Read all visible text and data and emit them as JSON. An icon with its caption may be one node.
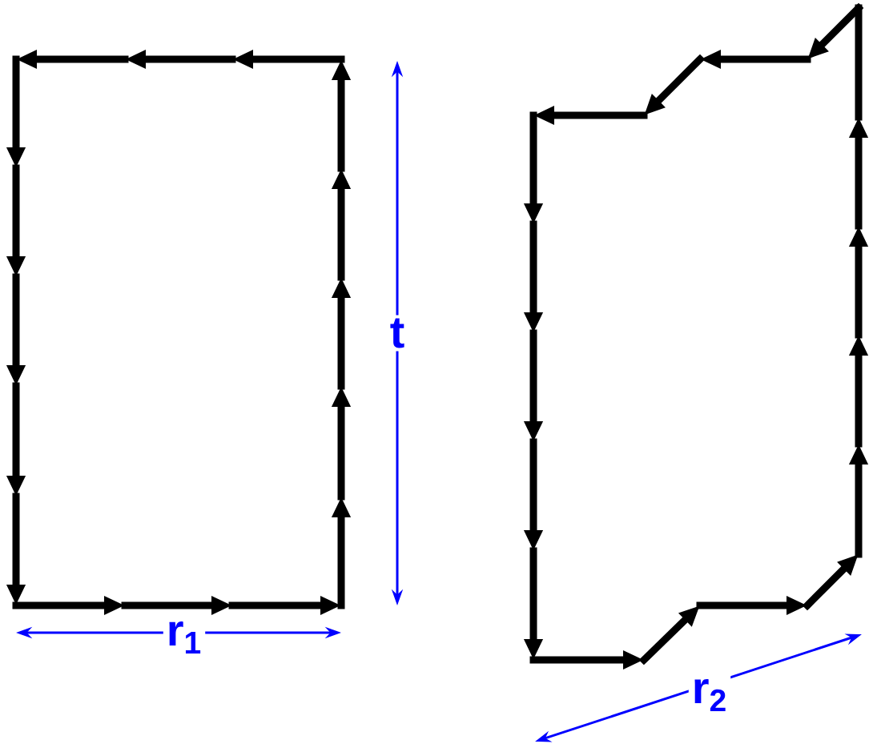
{
  "diagram": {
    "labels": [
      "t",
      "r$_{1}$",
      "r$_{2}$"
    ]
  }
}
